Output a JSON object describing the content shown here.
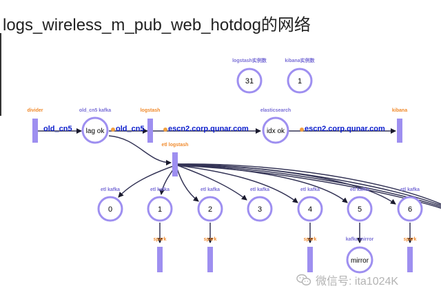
{
  "title": "logs_wireless_m_pub_web_hotdog的网络",
  "colors": {
    "node_fill": "#ffffff",
    "node_stroke": "#9e8ff0",
    "bar": "#9e8ff0",
    "orange_label": "#f08a2c",
    "purple_label": "#7a6fd6",
    "edge": "#333355",
    "edge_label": "#0a1ccc",
    "dot": "#f0a040"
  },
  "stats": [
    {
      "label": "logstash实例数",
      "value": "31"
    },
    {
      "label": "kibana实例数",
      "value": "1"
    }
  ],
  "pipeline": {
    "divider": {
      "label": "divider"
    },
    "kafka": {
      "label": "old_cn5 kafka",
      "text": "lag ok"
    },
    "logstash": {
      "label": "logstash"
    },
    "elasticsearch": {
      "label": "elasticsearch",
      "text": "idx ok"
    },
    "kibana": {
      "label": "kibana"
    },
    "edges": [
      {
        "text": "old_cn5"
      },
      {
        "text": "old_cn5"
      },
      {
        "text": "escn2.corp.qunar.com"
      },
      {
        "text": "escn2.corp.qunar.com"
      }
    ]
  },
  "etl_logstash": {
    "label": "etl logstash"
  },
  "etl_kafka": [
    {
      "label": "etl kafka",
      "value": "0",
      "consumer": null
    },
    {
      "label": "etl kafka",
      "value": "1",
      "consumer": {
        "label": "spark",
        "type": "bar"
      }
    },
    {
      "label": "etl kafka",
      "value": "2",
      "consumer": {
        "label": "spark",
        "type": "bar"
      }
    },
    {
      "label": "etl kafka",
      "value": "3",
      "consumer": null
    },
    {
      "label": "etl kafka",
      "value": "4",
      "consumer": {
        "label": "spark",
        "type": "bar"
      }
    },
    {
      "label": "etl kafka",
      "value": "5",
      "consumer": {
        "label": "kafka mirror",
        "type": "circle",
        "text": "mirror"
      }
    },
    {
      "label": "etl kafka",
      "value": "6",
      "consumer": {
        "label": "spark",
        "type": "bar"
      }
    }
  ],
  "watermark": {
    "text": "微信号: ita1024K",
    "icon": "wechat-icon"
  }
}
